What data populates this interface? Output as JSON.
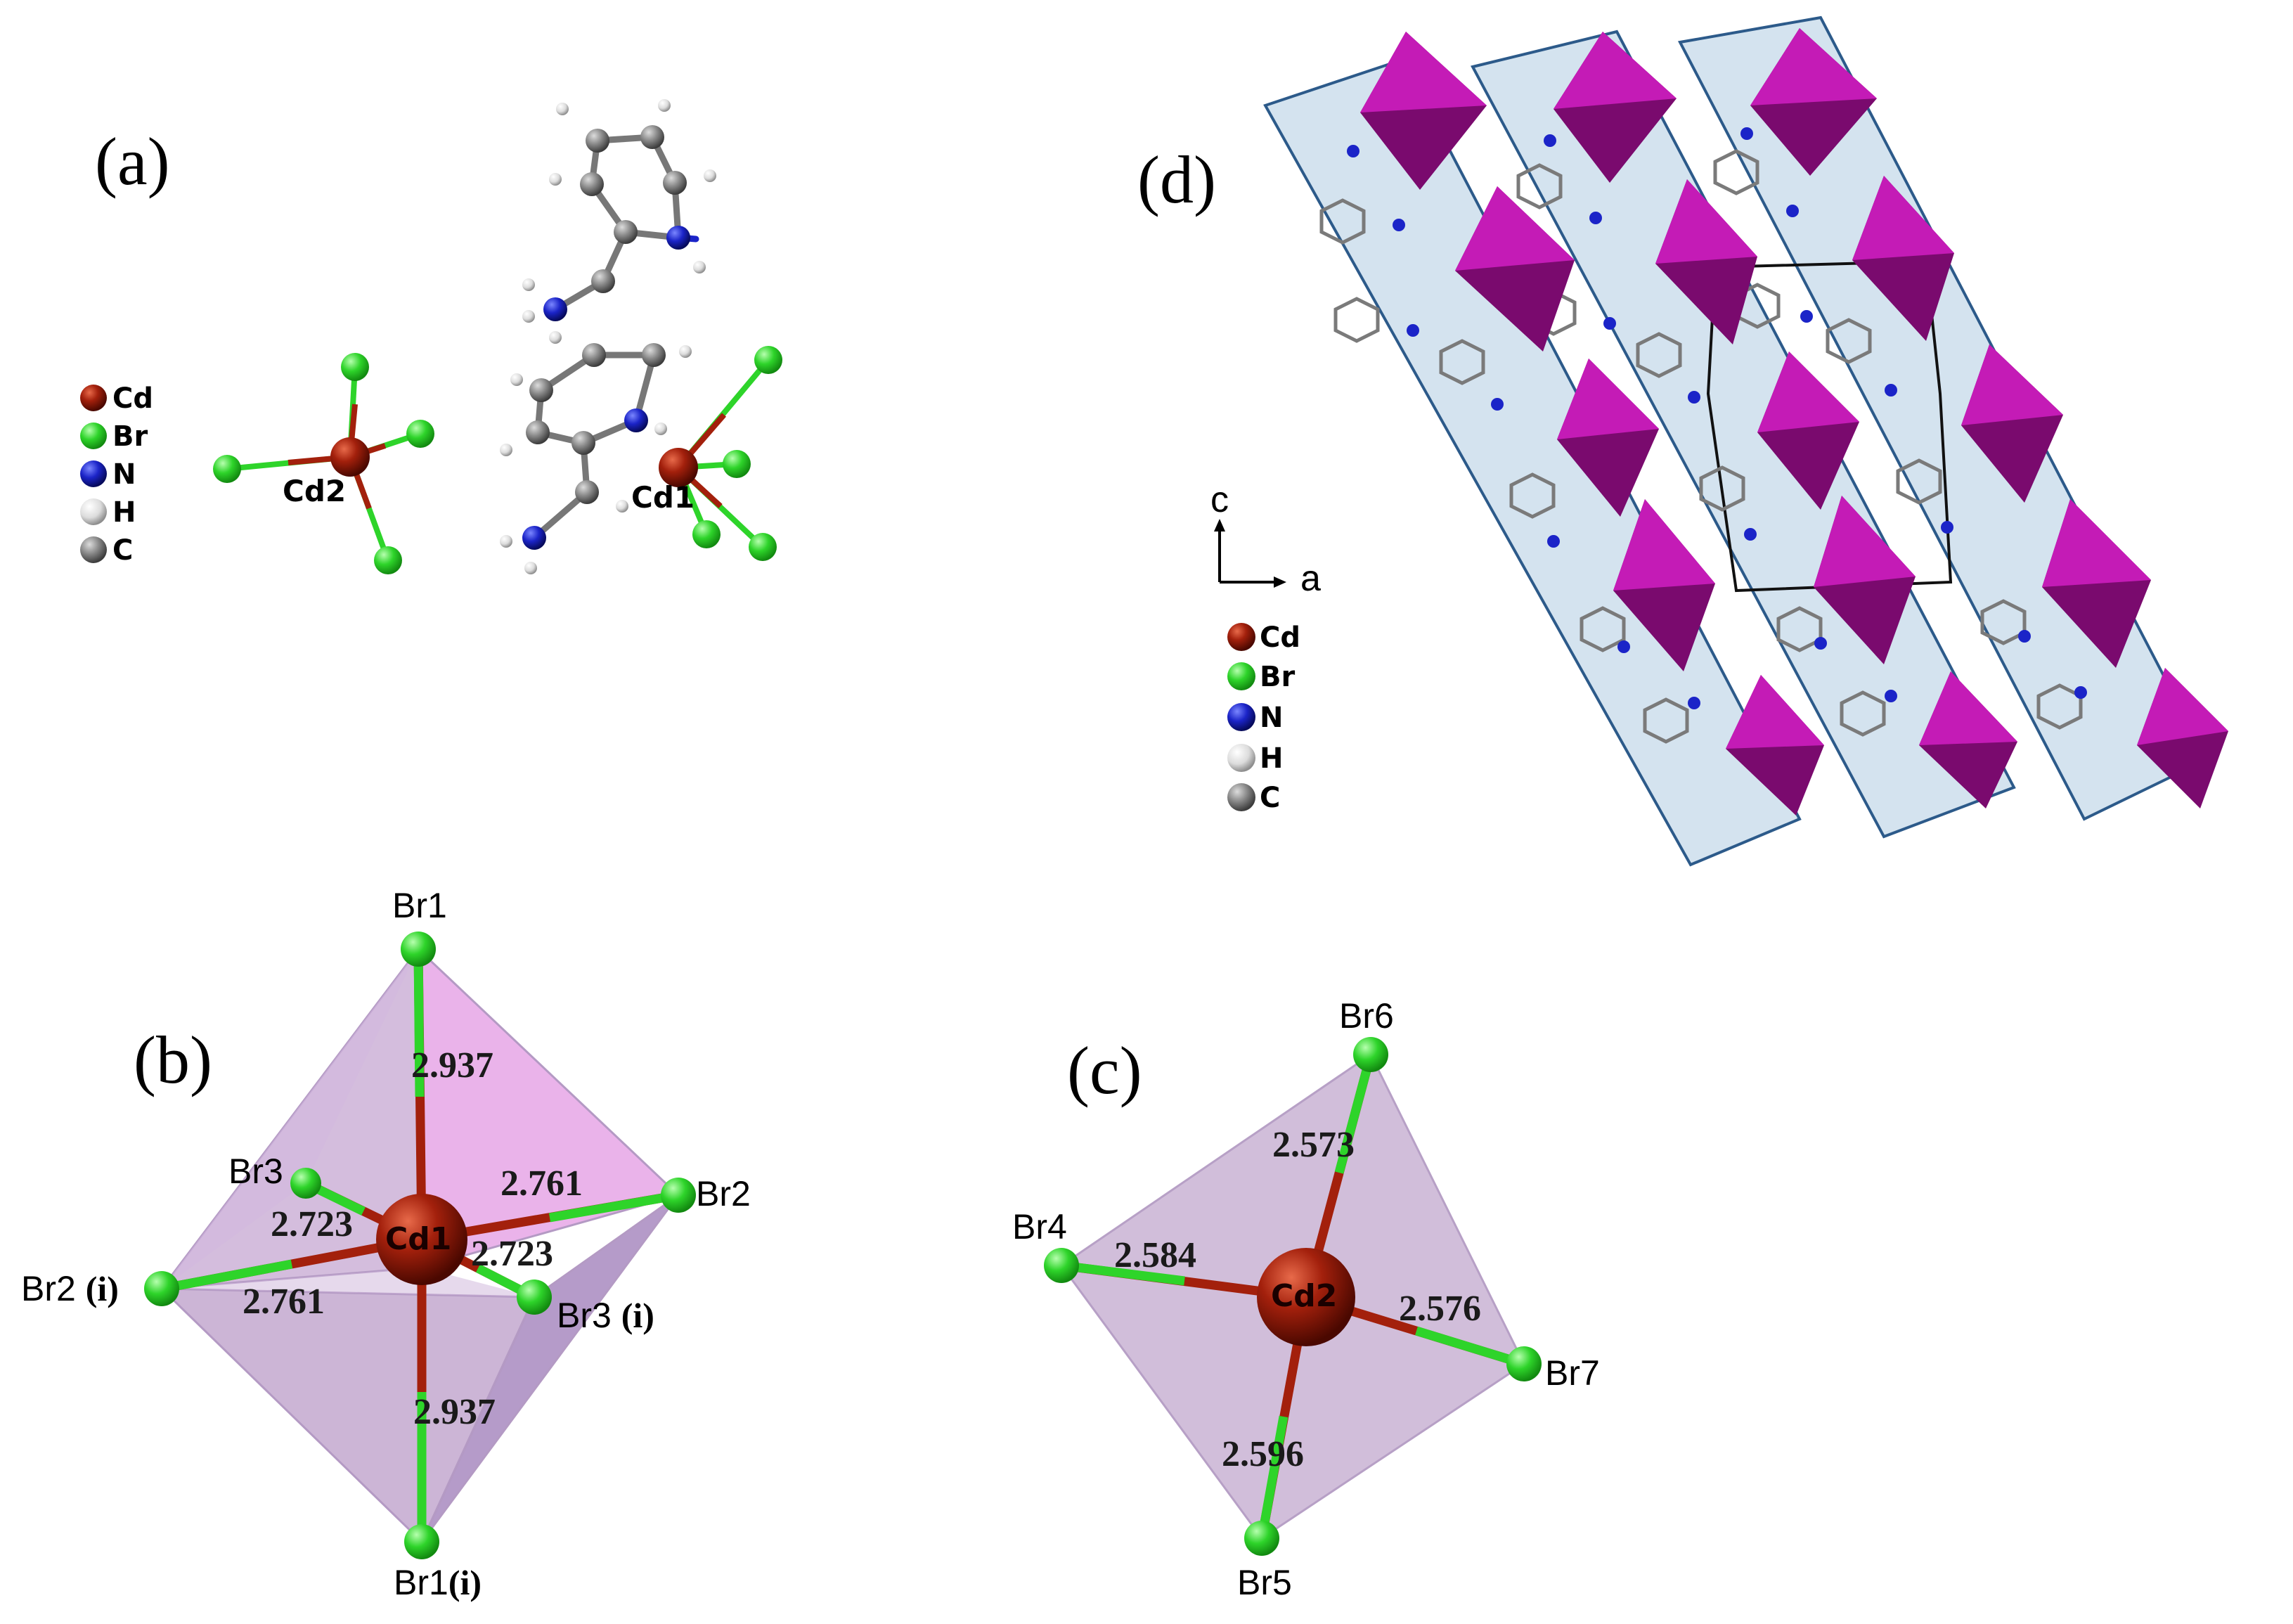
{
  "panels": {
    "a": "(a)",
    "b": "(b)",
    "c": "(c)",
    "d": "(d)"
  },
  "legend": [
    {
      "element": "Cd",
      "color": "#a3200c"
    },
    {
      "element": "Br",
      "color": "#2ed42a"
    },
    {
      "element": "N",
      "color": "#1b24c8"
    },
    {
      "element": "H",
      "color": "#dcdcdc"
    },
    {
      "element": "C",
      "color": "#8a8a8a"
    }
  ],
  "panel_a": {
    "cd2_label": "Cd2",
    "cd1_label": "Cd1"
  },
  "panel_b": {
    "center": "Cd1",
    "atoms": {
      "br1": "Br1",
      "br1i_name": "Br1",
      "br2": "Br2",
      "br2i_name": "Br2 ",
      "br3": "Br3",
      "br3i_name": "Br3 ",
      "sym_suffix": "(i)"
    },
    "bonds": {
      "br1": "2.937",
      "br1i": "2.937",
      "br2": "2.761",
      "br2i": "2.761",
      "br3": "2.723",
      "br3i": "2.723"
    }
  },
  "panel_c": {
    "center": "Cd2",
    "atoms": {
      "br4": "Br4",
      "br5": "Br5",
      "br6": "Br6",
      "br7": "Br7"
    },
    "bonds": {
      "br4": "2.584",
      "br5": "2.596",
      "br6": "2.573",
      "br7": "2.576"
    }
  },
  "panel_d": {
    "axis_c": "c",
    "axis_a": "a"
  },
  "colors": {
    "cd": "#a3200c",
    "br": "#2ed42a",
    "n": "#1b24c8",
    "h": "#dcdcdc",
    "c": "#8a8a8a",
    "octahedron": "#b01aa8",
    "layer": "#c5d9ea",
    "polyhedron_fill": "#c9b3d4"
  }
}
